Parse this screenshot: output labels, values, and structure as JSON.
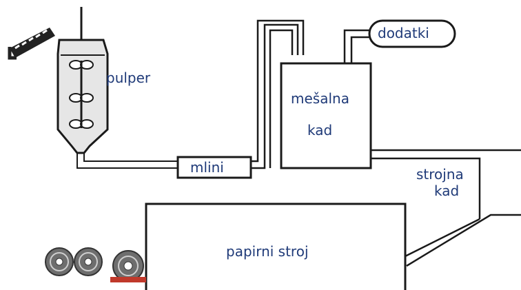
{
  "labels": {
    "pulper": "pulper",
    "dodatki": "dodatki",
    "mesalna_line1": "mešalna",
    "mesalna_line2": "kad",
    "mlini": "mlini",
    "strojna_line1": "strojna",
    "strojna_line2": "kad",
    "papirni_stroj": "papirni stroj"
  },
  "colors": {
    "line": "#1a1a1a",
    "text": "#1f3a78",
    "fill": "#ffffff",
    "pulper_fill": "#e6e6e6",
    "roller": "#6e6e6e",
    "roller_base": "#c0392b"
  }
}
